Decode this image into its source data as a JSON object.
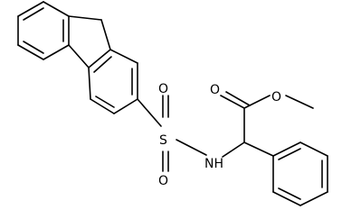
{
  "molecule": {
    "atoms": {
      "sulfur": "S",
      "oxygen_top": "O",
      "oxygen_bottom": "O",
      "nitrogen": "NH",
      "carbonyl_oxygen": "O",
      "ester_oxygen": "O"
    },
    "colors": {
      "bond": "#000000",
      "label": "#000000",
      "background": "#ffffff"
    }
  }
}
